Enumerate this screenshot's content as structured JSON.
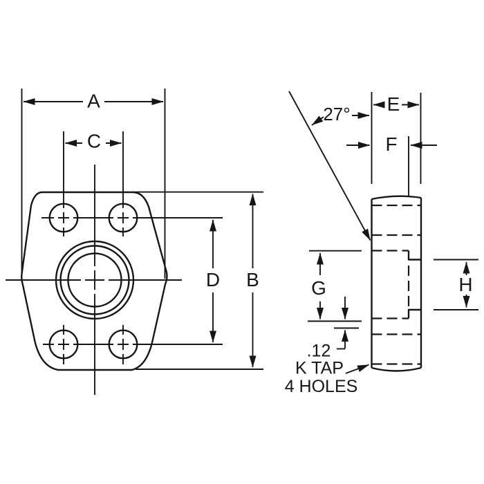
{
  "colors": {
    "ink": "#161616",
    "paper": "#ffffff"
  },
  "front_view": {
    "width_label": "A",
    "bolt_spacing_horizontal_label": "C",
    "bolt_spacing_vertical_label": "D",
    "height_label": "B"
  },
  "side_view": {
    "thickness_label": "E",
    "pilot_depth_label": "F",
    "port_height_label": "G",
    "pilot_height_label": "H",
    "flare_angle_label": "27°",
    "offset_dim_label": ".12",
    "tap_note_line1": "K TAP",
    "tap_note_line2": "4 HOLES"
  }
}
